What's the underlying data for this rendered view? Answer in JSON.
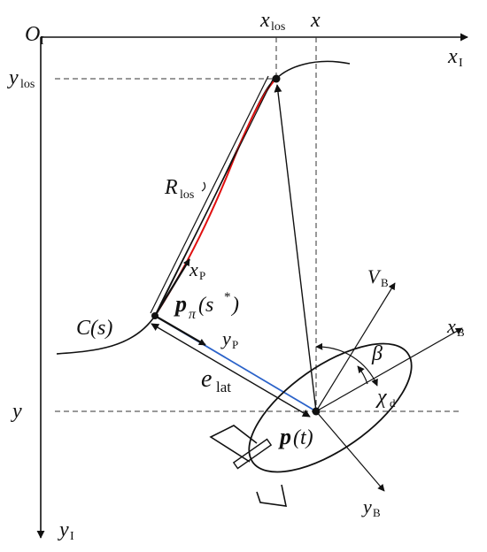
{
  "labels": {
    "origin": {
      "main": "O",
      "sub": "I"
    },
    "x_axis": {
      "main": "x",
      "sub": "I"
    },
    "y_axis": {
      "main": "y",
      "sub": "I"
    },
    "x_los": {
      "main": "x",
      "sub": "los"
    },
    "x": "x",
    "y_los": {
      "main": "y",
      "sub": "los"
    },
    "y": "y",
    "r_los": {
      "main": "R",
      "sub": "los"
    },
    "x_p": {
      "main": "x",
      "sub": "P"
    },
    "y_p": {
      "main": "y",
      "sub": "P"
    },
    "p_pi": {
      "main": "p",
      "sub": "π",
      "arg": "(s",
      "star": "*",
      "close": ")"
    },
    "path": "C(s)",
    "e_lat": {
      "main": "e",
      "sub": "lat"
    },
    "p_t": {
      "main": "p",
      "arg": "(t)"
    },
    "v_b": {
      "main": "V",
      "sub": "B"
    },
    "x_b": {
      "main": "x",
      "sub": "B"
    },
    "y_b": {
      "main": "y",
      "sub": "B"
    },
    "beta": "β",
    "chi_d": {
      "main": "χ",
      "sub": "d"
    }
  },
  "colors": {
    "ink": "#111111",
    "los_segment": "#e01010",
    "lateral_error": "#2a62c9",
    "dashed": "#333333"
  }
}
